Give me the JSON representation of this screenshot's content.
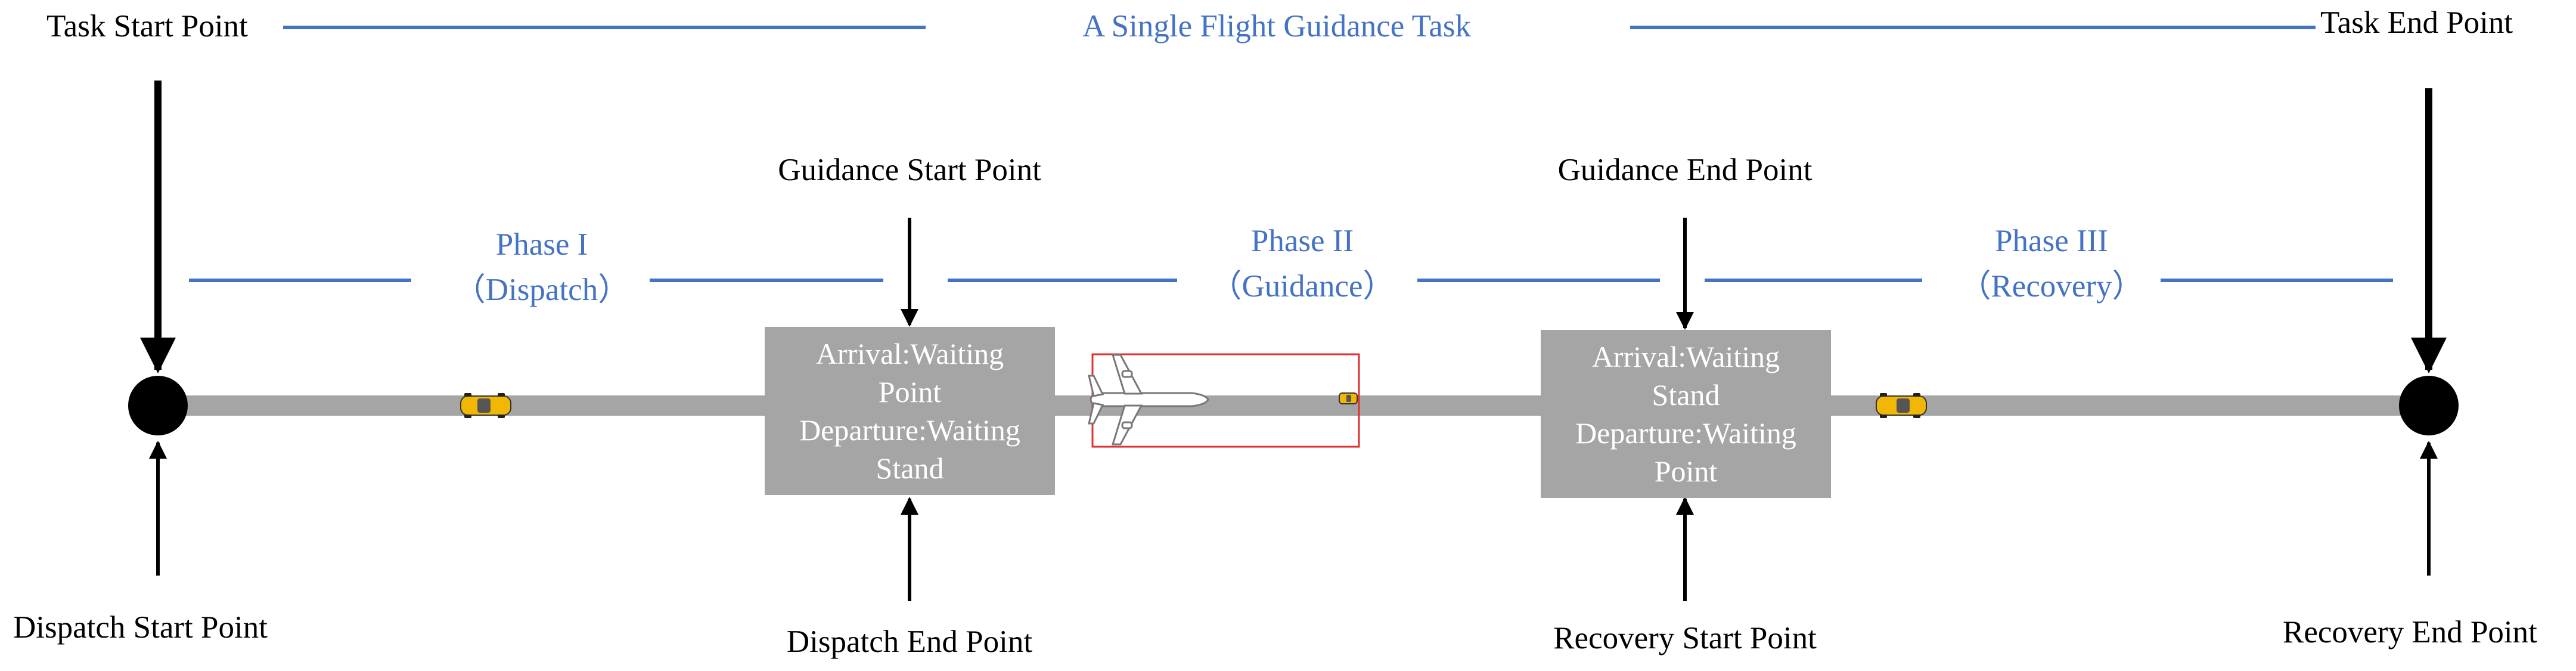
{
  "title": "A Single Flight Guidance Task",
  "task_start": "Task Start Point",
  "task_end": "Task End Point",
  "phases": [
    {
      "name": "Phase I",
      "sub": "（Dispatch）"
    },
    {
      "name": "Phase II",
      "sub": "（Guidance）"
    },
    {
      "name": "Phase III",
      "sub": "（Recovery）"
    }
  ],
  "guidance_start": "Guidance Start Point",
  "guidance_end": "Guidance End Point",
  "dispatch_start": "Dispatch Start Point",
  "dispatch_end": "Dispatch End Point",
  "recovery_start": "Recovery Start Point",
  "recovery_end": "Recovery End Point",
  "box_left": [
    "Arrival:Waiting",
    "Point",
    "Departure:Waiting",
    "Stand"
  ],
  "box_right": [
    "Arrival:Waiting",
    "Stand",
    "Departure:Waiting",
    "Point"
  ],
  "colors": {
    "accent": "#4472C4",
    "road": "#a5a5a5",
    "highlight": "#e03030",
    "car": "#f2b705"
  },
  "icons": [
    "car-icon",
    "airplane-icon",
    "arrow-down-icon",
    "arrow-up-icon"
  ]
}
